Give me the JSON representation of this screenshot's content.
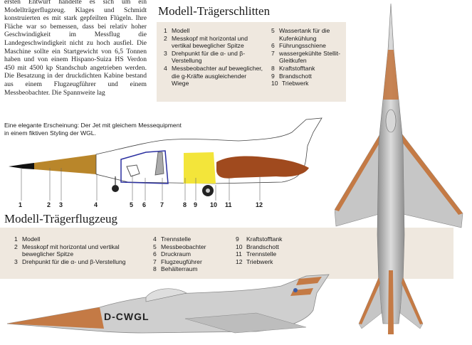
{
  "article": {
    "text": "ersten Entwurf handelte es sich um ein Modellträgerflugzeug. Klages und Schmidt konstruierten es mit stark gepfeilten Flügeln. Ihre Fläche war so bemessen, dass bei relativ hoher Geschwindigkeit im Messflug die Landegeschwindigkeit nicht zu hoch ausfiel. Die Maschine sollte ein Startgewicht von 6,5 Tonnen haben und von einem Hispano-Suiza HS Verdon 450 mit 4500 kp Standschub angetrieben werden. Die Besatzung in der druckdichten Kabine bestand aus einem Flugzeugführer und einem Messbeobachter. Die Spannweite lag"
  },
  "schlitten": {
    "title": "Modell-Trägerschlitten",
    "col1": [
      {
        "num": "1",
        "label": "Modell"
      },
      {
        "num": "2",
        "label": "Messkopf mit horizontal und vertikal beweglicher Spitze"
      },
      {
        "num": "3",
        "label": "Drehpunkt für die α- und β-Verstellung"
      },
      {
        "num": "4",
        "label": "Messbeobachter auf beweglicher, die g-Kräfte ausgleichender Wiege"
      }
    ],
    "col2": [
      {
        "num": "5",
        "label": "Wassertank für die Kufenkühlung"
      },
      {
        "num": "6",
        "label": "Führungsschiene"
      },
      {
        "num": "7",
        "label": "wassergekühlte Stellit-Gleitkufen"
      },
      {
        "num": "8",
        "label": "Kraftstofftank"
      },
      {
        "num": "9",
        "label": "Brandschott"
      },
      {
        "num": "10",
        "label": "Triebwerk"
      }
    ]
  },
  "caption": {
    "line1": "Eine elegante Erscheinung: Der Jet mit gleichem Messequipment",
    "line2": "in einem fiktiven Styling der WGL."
  },
  "callouts": [
    "1",
    "2",
    "3",
    "4",
    "5",
    "6",
    "7",
    "8",
    "9",
    "10",
    "11",
    "12"
  ],
  "flugzeug": {
    "title": "Modell-Trägerflugzeug",
    "col1": [
      {
        "num": "1",
        "label": "Modell"
      },
      {
        "num": "2",
        "label": "Messkopf mit horizontal und vertikal beweglicher Spitze"
      },
      {
        "num": "3",
        "label": "Drehpunkt für die α- und β-Verstellung"
      }
    ],
    "col2": [
      {
        "num": "4",
        "label": "Trennstelle"
      },
      {
        "num": "5",
        "label": "Messbeobachter"
      },
      {
        "num": "6",
        "label": "Druckraum"
      },
      {
        "num": "7",
        "label": "Flugzeugführer"
      },
      {
        "num": "8",
        "label": "Behälterraum"
      }
    ],
    "col3": [
      {
        "num": "9",
        "label": "Kraftstofftank"
      },
      {
        "num": "10",
        "label": "Brandschott"
      },
      {
        "num": "11",
        "label": "Trennstelle"
      },
      {
        "num": "12",
        "label": "Triebwerk"
      }
    ]
  },
  "registration": "D-CWGL",
  "colors": {
    "panel": "#efe8df",
    "metal": "#b7b7b7",
    "copper": "#c47a45",
    "fuel_tank": "#a04a1e",
    "yellow_tank": "#f3e53a",
    "measuring_head": "#b9862a",
    "cabin_outline": "#2a2fa0"
  }
}
